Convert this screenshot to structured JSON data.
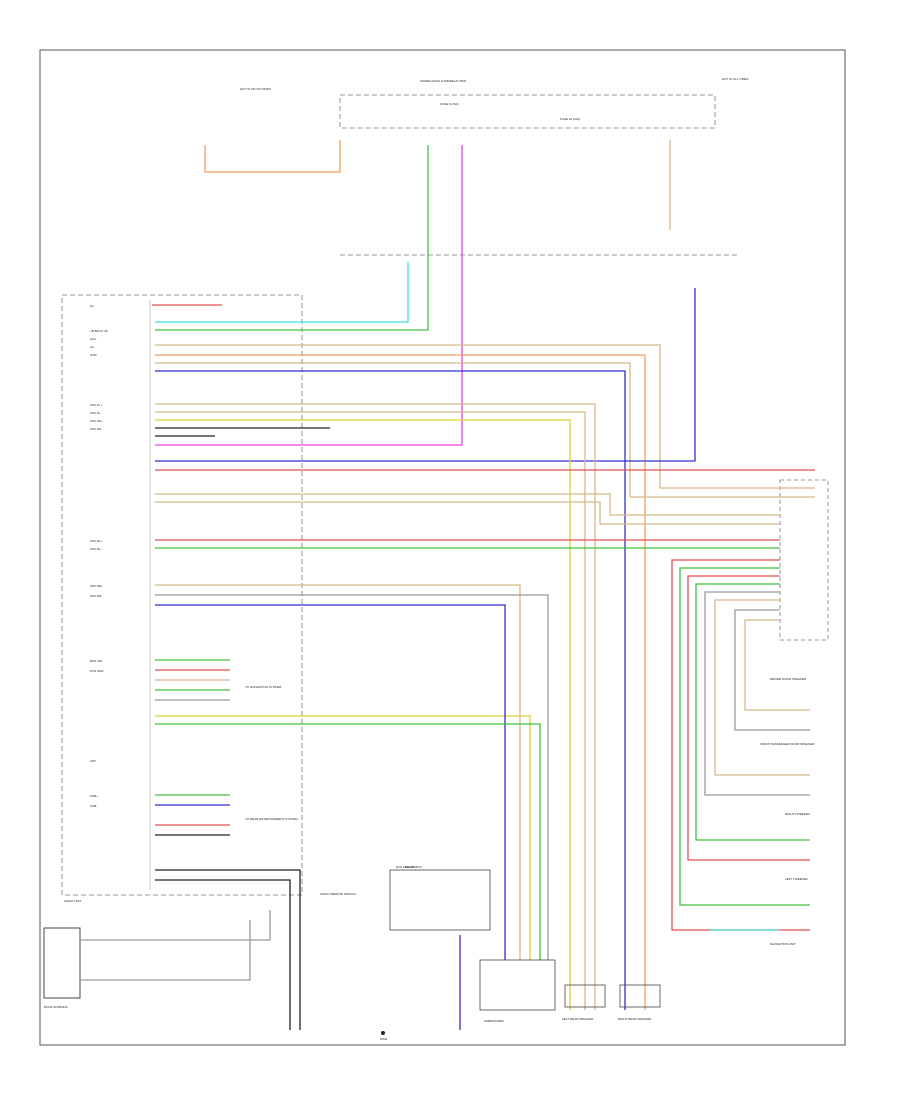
{
  "diagram": {
    "components": {
      "relay_box": "RELAY BOX",
      "audio_unit": "AUDIO UNIT",
      "roof_antenna": "ROOF ANTENNA",
      "navigation_unit": "NAVIGATION UNIT",
      "left_front_tweeter": "LEFT TWEETER",
      "right_front_tweeter": "RIGHT TWEETER",
      "front_passenger_door_speaker": "FRONT PASSENGER DOOR SPEAKER",
      "driver_door_speaker": "DRIVER DOOR SPEAKER",
      "left_rear_speaker": "LEFT REAR SPEAKER",
      "right_rear_speaker": "RIGHT REAR SPEAKER",
      "subwoofer": "SUBWOOFER",
      "audio_remote_switch": "AUDIO REMOTE SWITCH",
      "dvd_player": "DVD PLAYER"
    },
    "connector_labels": {
      "under_dash_fuse": "UNDER-DASH FUSE/RELAY BOX",
      "hot_in_on_start": "HOT IN ON OR START",
      "hot_at_all_times": "HOT AT ALL TIMES",
      "fuse_a": "FUSE 9 (15A)",
      "fuse_b": "FUSE 22 (10A)",
      "ground": "G502"
    },
    "signal_labels": [
      "ILL",
      "+B BACK UP",
      "ACC",
      "ILL-",
      "GND",
      "SPK FL+",
      "SPK FL-",
      "SPK FR+",
      "SPK FR-",
      "SPK RL+",
      "SPK RL-",
      "SPK RR+",
      "SPK RR-",
      "RMT SW",
      "STR GND",
      "ANT",
      "SUB+",
      "SUB-"
    ],
    "wire_colors": [
      "RED",
      "YEL",
      "BLK",
      "WHT",
      "BLU",
      "GRN",
      "PNK",
      "ORN",
      "LT GRN",
      "BRN"
    ],
    "system_labels": [
      "TO NAVIGATION SYSTEM",
      "TO REAR ENTERTAINMENT SYSTEM"
    ],
    "colors": {
      "red": "#e05050",
      "green": "#40c040",
      "cyan": "#40e0e0",
      "magenta": "#f040f0",
      "yellow": "#e0d030",
      "blue": "#3030d0",
      "orange": "#f0a060",
      "tan": "#d8b888",
      "purple": "#8060e0",
      "gray": "#999999",
      "black": "#222222"
    }
  }
}
